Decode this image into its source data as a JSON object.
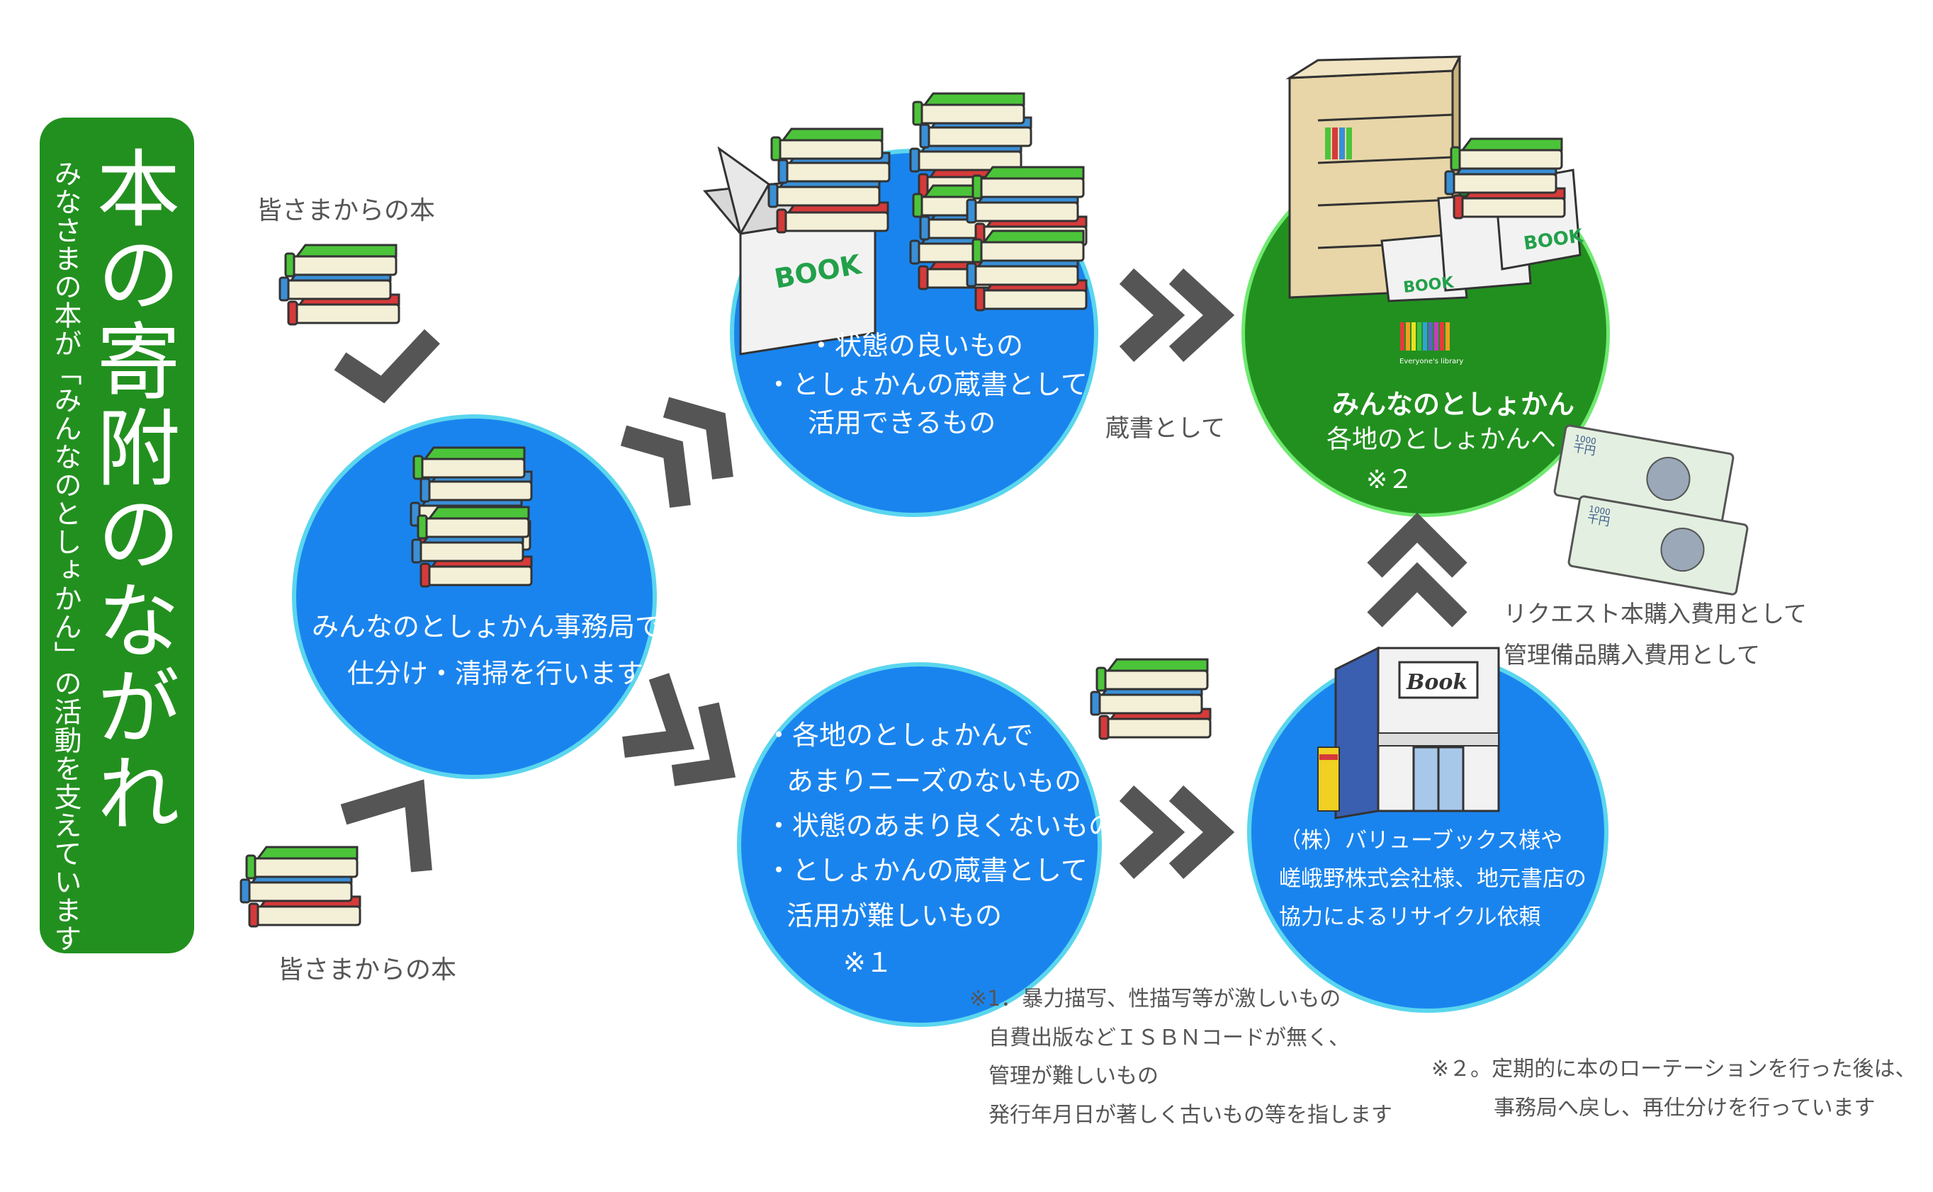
{
  "sidebar": {
    "title": "本の寄附のながれ",
    "subtitle": "みなさまの本が「みんなのとしょかん」の活動を支えています。"
  },
  "labels": {
    "books_from_everyone_top": "皆さまからの本",
    "books_from_everyone_bottom": "皆さまからの本",
    "as_collection": "蔵書として",
    "request_purchase": "リクエスト本購入費用として",
    "equipment_purchase": "管理備品購入費用として"
  },
  "sort_circle": {
    "line1": "みんなのとしょかん事務局で",
    "line2": "仕分け・清掃を行います"
  },
  "good_circle": {
    "line1": "・状態の良いもの",
    "line2": "・としょかんの蔵書として",
    "line3": "活用できるもの",
    "box_text": "BOOK"
  },
  "poor_circle": {
    "line1": "・各地のとしょかんで",
    "line2": "あまりニーズのないもの",
    "line3": "・状態のあまり良くないもの",
    "line4": "・としょかんの蔵書として",
    "line5": "活用が難しいもの",
    "line6": "※１"
  },
  "library_circle": {
    "logo_caption": "Everyone's library",
    "name": "みんなのとしょかん",
    "line1": "各地のとしょかんへ",
    "line2": "※２",
    "box_text": "BOOK"
  },
  "shop_circle": {
    "line1": "（株）バリューブックス様や",
    "line2": "嵯峨野株式会社様、地元書店の",
    "line3": "協力によるリサイクル依頼",
    "sign_text": "Book"
  },
  "notes": {
    "note1_line1": "※1．暴力描写、性描写等が激しいもの",
    "note1_line2": "自費出版などＩＳＢＮコードが無く、",
    "note1_line3": "管理が難しいもの",
    "note1_line4": "発行年月日が著しく古いもの等を指します",
    "note2_line1": "※２。定期的に本のローテーションを行った後は、",
    "note2_line2": "事務局へ戻し、再仕分けを行っています"
  },
  "banknote": {
    "label": "千円",
    "value": "1000"
  },
  "colors": {
    "green": "#22901f",
    "blue": "#1a84ee",
    "cyan_ring": "#5ad6ee",
    "arrow_gray": "#555555"
  }
}
